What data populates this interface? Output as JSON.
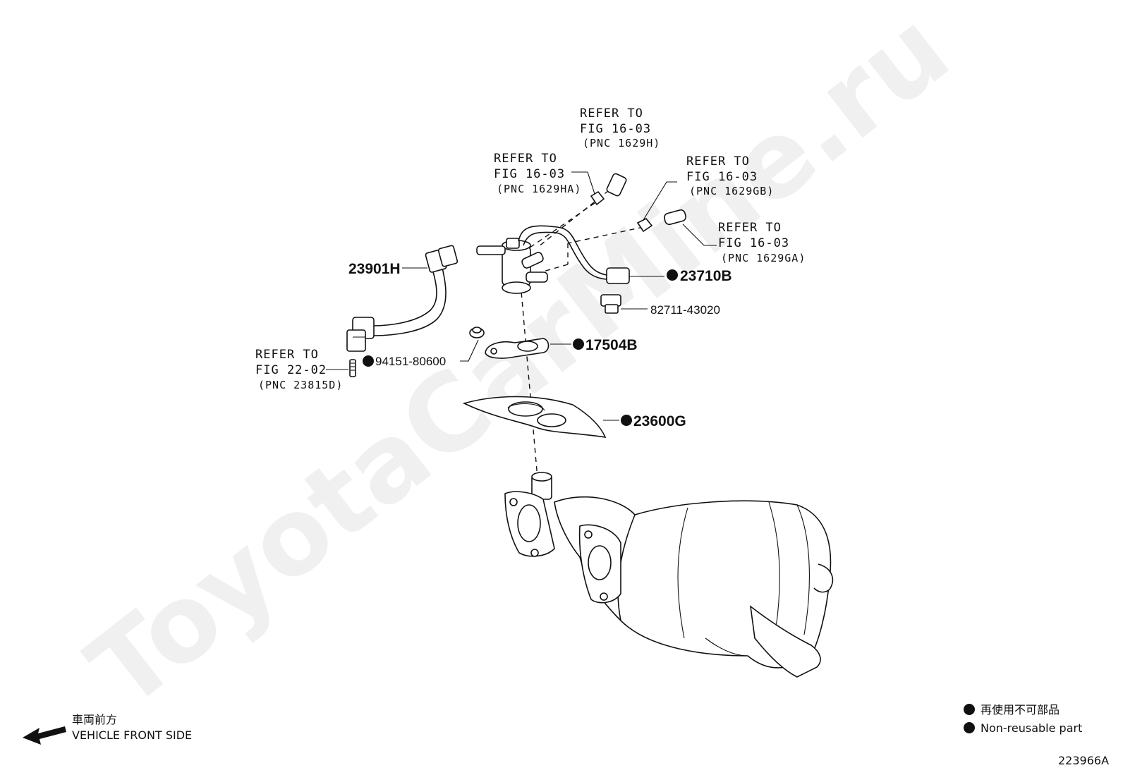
{
  "watermark": "ToyotaCarMine.ru",
  "refs": {
    "r1629h": {
      "l1": "REFER TO",
      "l2": "FIG 16-03",
      "l3": "(PNC 1629H)"
    },
    "r1629ha": {
      "l1": "REFER TO",
      "l2": "FIG 16-03",
      "l3": "(PNC 1629HA)"
    },
    "r1629gb": {
      "l1": "REFER TO",
      "l2": "FIG 16-03",
      "l3": "(PNC 1629GB)"
    },
    "r1629ga": {
      "l1": "REFER TO",
      "l2": "FIG 16-03",
      "l3": "(PNC 1629GA)"
    },
    "r23815d": {
      "l1": "REFER TO",
      "l2": "FIG 22-02",
      "l3": "(PNC 23815D)"
    }
  },
  "parts": {
    "p23901h": "23901H",
    "p23710b": "23710B",
    "p82711": "82711-43020",
    "p17504b": "17504B",
    "p94151": "94151-80600",
    "p23600g": "23600G"
  },
  "direction": {
    "jp": "車両前方",
    "en": "VEHICLE FRONT SIDE"
  },
  "legend": {
    "jp": "再使用不可部品",
    "en": "Non-reusable part"
  },
  "figure_id": "223966A"
}
